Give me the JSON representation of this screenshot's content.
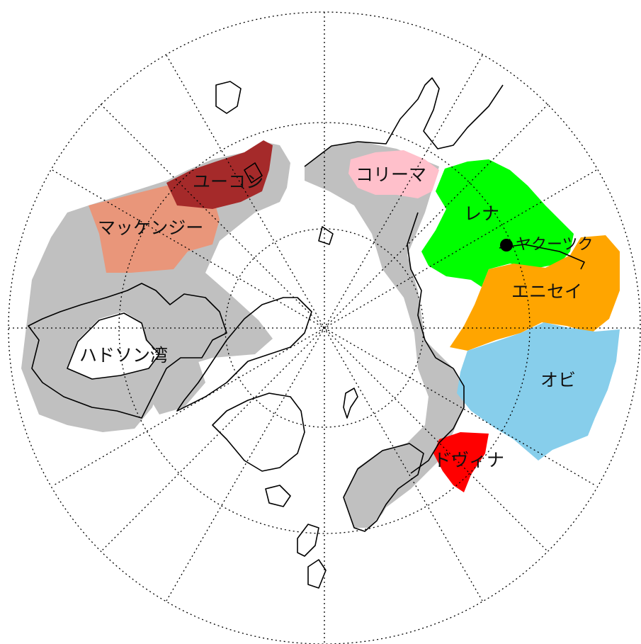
{
  "map": {
    "projection": "north-polar-stereographic",
    "colors": {
      "ocean": "#ffffff",
      "land_other": "#c0c0c0",
      "yukon": "#a52a2a",
      "mackenzie": "#e9967a",
      "kolyma": "#ffc0cb",
      "lena": "#00ff00",
      "yenisei": "#ffa500",
      "ob": "#87ceeb",
      "dvina": "#ff0000",
      "marker": "#000000"
    },
    "labels": {
      "yukon": "ユーコン",
      "mackenzie": "マッケンジー",
      "hudson_bay": "ハドソン湾",
      "kolyma": "コリーマ",
      "lena": "レナ",
      "yakutsk": "ヤクーツク",
      "yenisei": "エニセイ",
      "ob": "オビ",
      "dvina": "ドヴィナ"
    },
    "markers": [
      {
        "name": "yakutsk",
        "symbol": "filled-circle"
      }
    ]
  }
}
